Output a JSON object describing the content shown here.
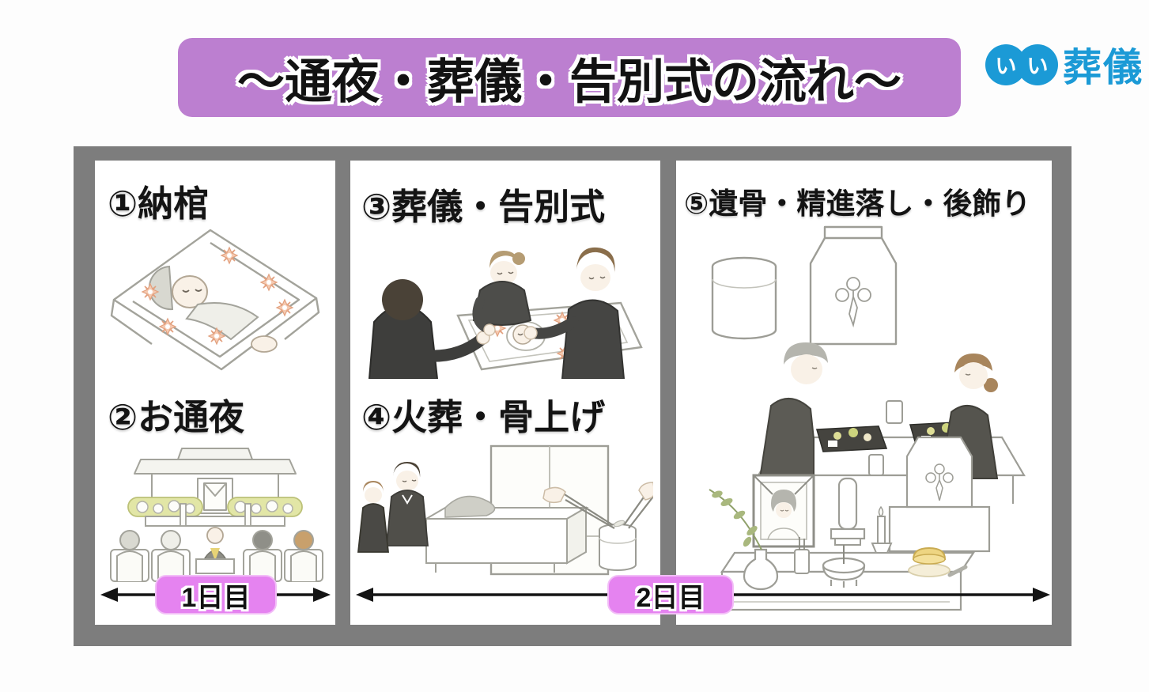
{
  "title": "～通夜・葬儀・告別式の流れ～",
  "logo": {
    "bubble_chars": [
      "い",
      "い"
    ],
    "brand_text": "葬儀"
  },
  "steps": [
    {
      "heading": "①納棺",
      "illustration": "body-placed-in-casket-with-flowers"
    },
    {
      "heading": "②お通夜",
      "illustration": "wake-altar-with-monk-and-mourners"
    },
    {
      "heading": "③葬儀・告別式",
      "illustration": "farewell-flowers-around-open-casket"
    },
    {
      "heading": "④火葬・骨上げ",
      "illustration": "cremation-furnace-and-bone-picking-urn"
    },
    {
      "heading": "⑤遺骨・精進落し・後飾り",
      "illustration": "urn-memorial-meal-and-home-altar"
    }
  ],
  "timeline": {
    "day1_label": "1日目",
    "day2_label": "2日目"
  },
  "colors": {
    "banner_purple": "#bc7fd0",
    "day_label_pink": "#e583f0",
    "frame_gray": "#7d7d7d",
    "logo_blue": "#1b9ad6"
  }
}
